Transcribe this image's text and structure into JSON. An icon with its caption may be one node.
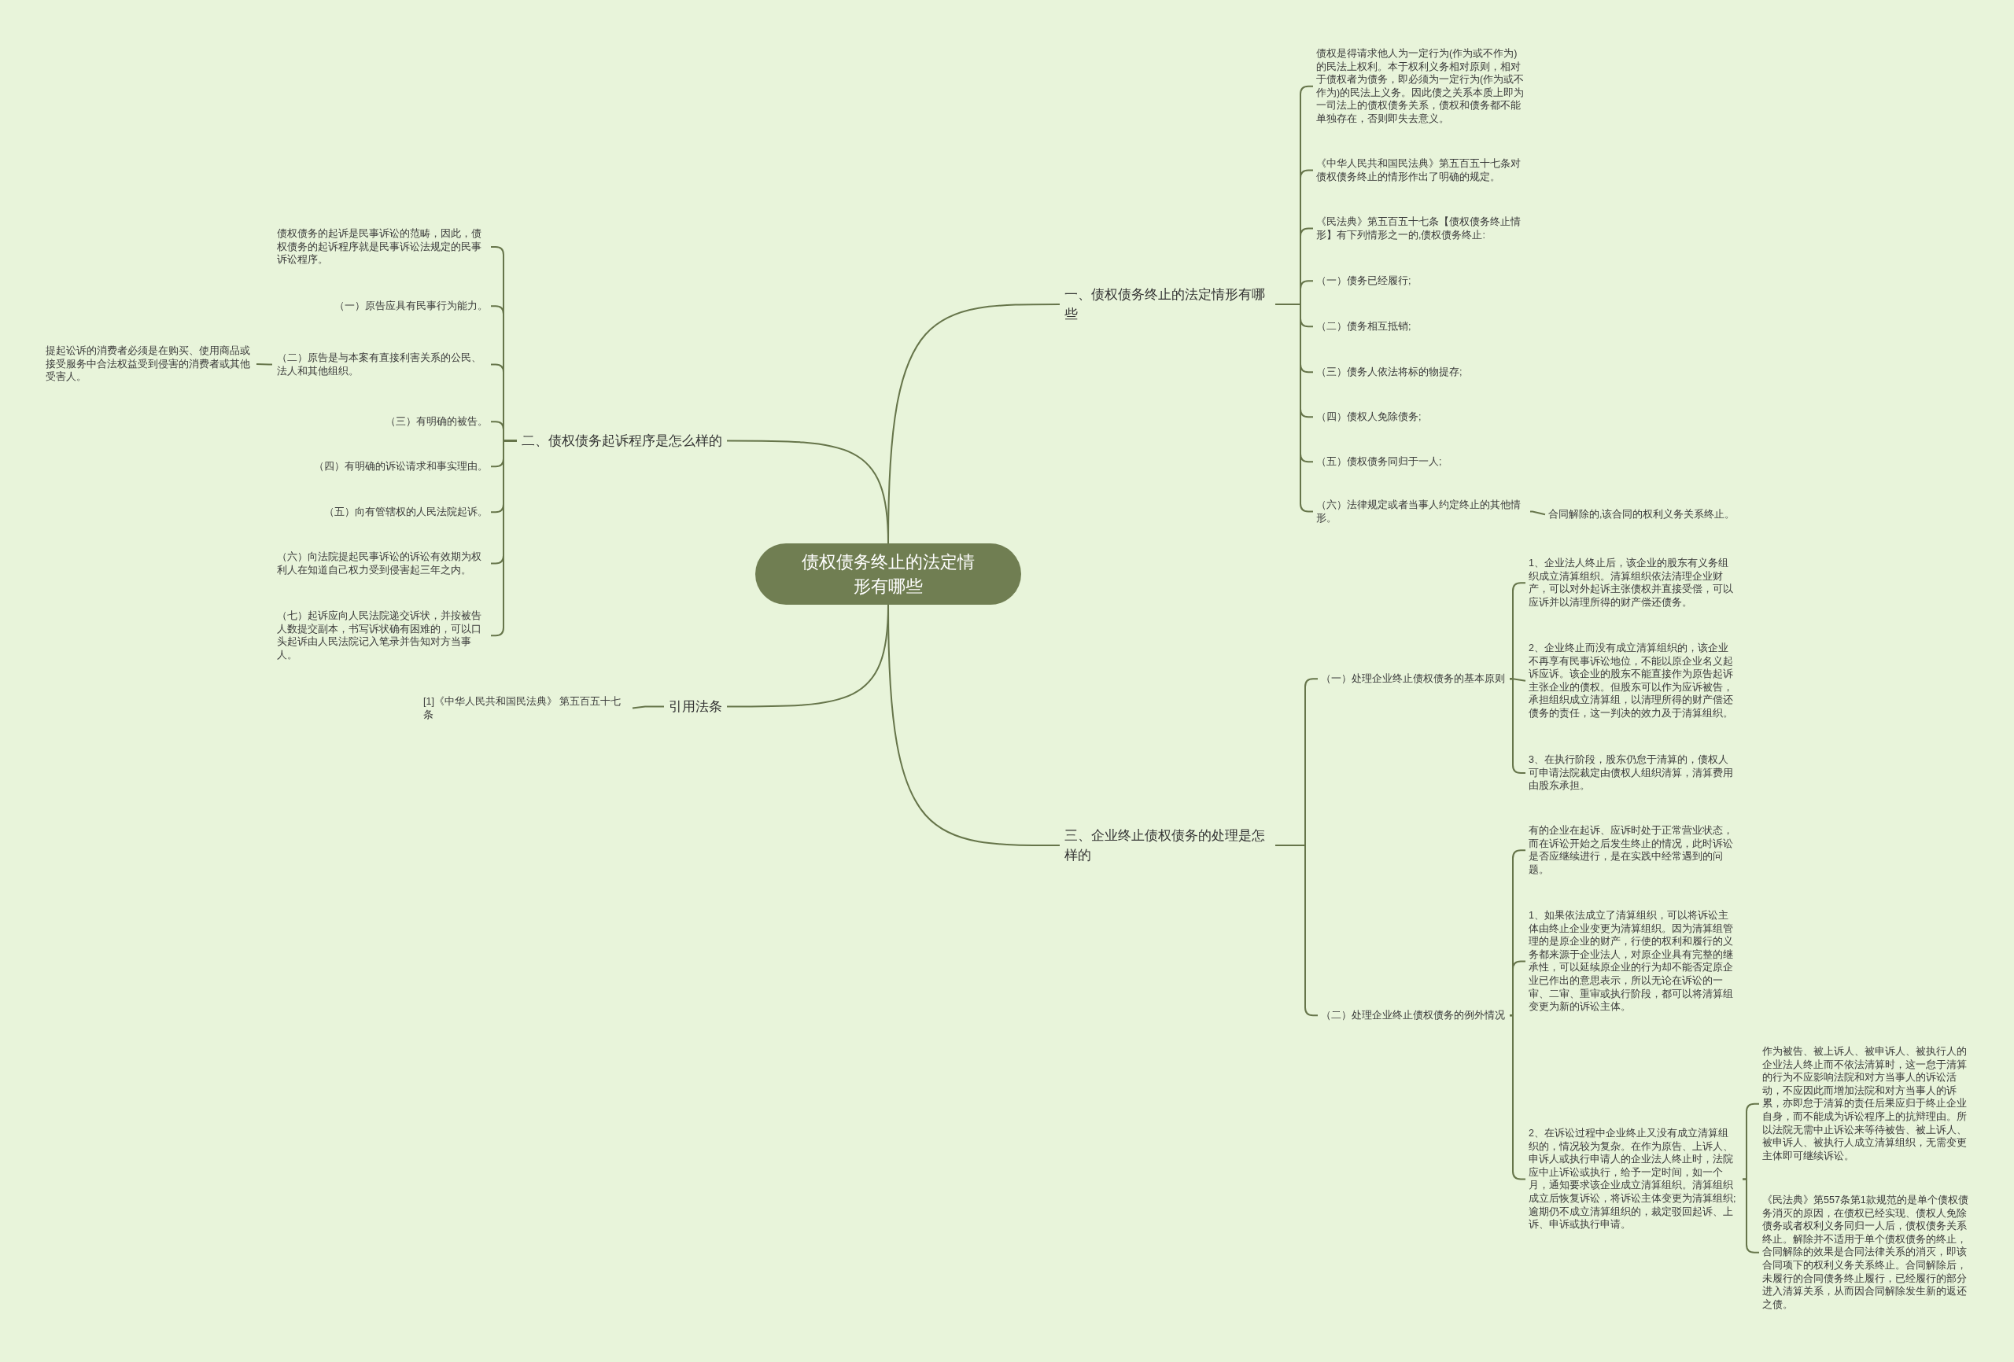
{
  "diagram": {
    "nodes": [
      {
        "text": [
          "债权债务终止的法定情形有哪些"
        ]
      },
      {
        "text": [
          "一、债权债务终止的法定情形有哪些"
        ]
      },
      {
        "text": [
          "债权是得请求他人为一定行为(作为或不作为)的民法上权利。本于权利义务相对原则，相对于债权者为债务，即必须为一定行为(作为或不作为)的民法上义务。因此债之关系本质上即为一司法上的债权债务关系，债权和债务都不能单独存在，否则即失去意义。"
        ]
      },
      {
        "text": [
          "《中华人民共和国民法典》第五百五十七条对债权债务终止的情形作出了明确的规定。"
        ]
      },
      {
        "text": [
          "《民法典》第五百五十七条【债权债务终止情形】有下列情形之一的,债权债务终止:"
        ]
      },
      {
        "text": [
          "（一）债务已经履行;"
        ]
      },
      {
        "text": [
          "（二）债务相互抵销;"
        ]
      },
      {
        "text": [
          "（三）债务人依法将标的物提存;"
        ]
      },
      {
        "text": [
          "（四）债权人免除债务;"
        ]
      },
      {
        "text": [
          "（五）债权债务同归于一人;"
        ]
      },
      {
        "text": [
          "（六）法律规定或者当事人约定终止的其他情形。"
        ]
      },
      {
        "text": [
          "合同解除的,该合同的权利义务关系终止。"
        ]
      },
      {
        "text": [
          "二、债权债务起诉程序是怎么样的"
        ]
      },
      {
        "text": [
          "债权债务的起诉是民事诉讼的范畴，因此，债权债务的起诉程序就是民事诉讼法规定的民事诉讼程序。"
        ]
      },
      {
        "text": [
          "（一）原告应具有民事行为能力。"
        ]
      },
      {
        "text": [
          "（二）原告是与本案有直接利害关系的公民、法人和其他组织。"
        ]
      },
      {
        "text": [
          "提起讼诉的消费者必须是在购买、使用商品或接受服务中合法权益受到侵害的消费者或其他受害人。"
        ]
      },
      {
        "text": [
          "（三）有明确的被告。"
        ]
      },
      {
        "text": [
          "（四）有明确的诉讼请求和事实理由。"
        ]
      },
      {
        "text": [
          "（五）向有管辖权的人民法院起诉。"
        ]
      },
      {
        "text": [
          "（六）向法院提起民事诉讼的诉讼有效期为权利人在知道自己权力受到侵害起三年之内。"
        ]
      },
      {
        "text": [
          "（七）起诉应向人民法院递交诉状，并按被告人数提交副本，书写诉状确有困难的，可以口头起诉由人民法院记入笔录并告知对方当事人。"
        ]
      },
      {
        "text": [
          "引用法条"
        ]
      },
      {
        "text": [
          "[1]《中华人民共和国民法典》 第五百五十七条"
        ]
      },
      {
        "text": [
          "三、企业终止债权债务的处理是怎样的"
        ]
      },
      {
        "text": [
          "（一）处理企业终止债权债务的基本原则"
        ]
      },
      {
        "text": [
          "1、企业法人终止后，该企业的股东有义务组织成立清算组织。清算组织依法清理企业财产，可以对外起诉主张债权并直接受偿，可以应诉并以清理所得的财产偿还债务。"
        ]
      },
      {
        "text": [
          "2、企业终止而没有成立清算组织的，该企业不再享有民事诉讼地位，不能以原企业名义起诉应诉。该企业的股东不能直接作为原告起诉主张企业的债权。但股东可以作为应诉被告，承担组织成立清算组，以清理所得的财产偿还债务的责任，这一判决的效力及于清算组织。"
        ]
      },
      {
        "text": [
          "3、在执行阶段，股东仍怠于清算的，债权人可申请法院裁定由债权人组织清算，清算费用由股东承担。"
        ]
      },
      {
        "text": [
          "（二）处理企业终止债权债务的例外情况"
        ]
      },
      {
        "text": [
          "有的企业在起诉、应诉时处于正常营业状态，而在诉讼开始之后发生终止的情况，此时诉讼是否应继续进行，是在实践中经常遇到的问题。"
        ]
      },
      {
        "text": [
          "1、如果依法成立了清算组织，可以将诉讼主体由终止企业变更为清算组织。因为清算组管理的是原企业的财产，行使的权利和履行的义务都来源于企业法人，对原企业具有完整的继承性，可以延续原企业的行为却不能否定原企业已作出的意思表示，所以无论在诉讼的一审、二审、重审或执行阶段，都可以将清算组变更为新的诉讼主体。"
        ]
      },
      {
        "text": [
          "2、在诉讼过程中企业终止又没有成立清算组织的，情况较为复杂。在作为原告、上诉人、申诉人或执行申请人的企业法人终止时，法院应中止诉讼或执行，给予一定时间，如一个月，通知要求该企业成立清算组织。清算组织成立后恢复诉讼，将诉讼主体变更为清算组织;逾期仍不成立清算组织的，裁定驳回起诉、上诉、申诉或执行申请。"
        ]
      },
      {
        "text": [
          "作为被告、被上诉人、被申诉人、被执行人的企业法人终止而不依法清算时，这一怠于清算的行为不应影响法院和对方当事人的诉讼活动，不应因此而增加法院和对方当事人的诉累，亦即怠于清算的责任后果应归于终止企业自身，而不能成为诉讼程序上的抗辩理由。所以法院无需中止诉讼来等待被告、被上诉人、被申诉人、被执行人成立清算组织，无需变更主体即可继续诉讼。"
        ]
      },
      {
        "text": [
          "《民法典》第557条第1款规范的是单个债权债务消灭的原因，在债权已经实现、债权人免除债务或者权利义务同归一人后，债权债务关系终止。解除并不适用于单个债权债务的终止，合同解除的效果是合同法律关系的消灭，即该合同项下的权利义务关系终止。合同解除后，未履行的合同债务终止履行，已经履行的部分进入清算关系，从而因合同解除发生新的返还之债。"
        ]
      }
    ],
    "edges": [
      {
        "from": 0,
        "to": 1,
        "arrow": "none"
      },
      {
        "from": 1,
        "to": 2,
        "arrow": "none"
      },
      {
        "from": 1,
        "to": 3,
        "arrow": "none"
      },
      {
        "from": 1,
        "to": 4,
        "arrow": "none"
      },
      {
        "from": 1,
        "to": 5,
        "arrow": "none"
      },
      {
        "from": 1,
        "to": 6,
        "arrow": "none"
      },
      {
        "from": 1,
        "to": 7,
        "arrow": "none"
      },
      {
        "from": 1,
        "to": 8,
        "arrow": "none"
      },
      {
        "from": 1,
        "to": 9,
        "arrow": "none"
      },
      {
        "from": 1,
        "to": 10,
        "arrow": "none"
      },
      {
        "from": 10,
        "to": 11,
        "arrow": "none"
      },
      {
        "from": 0,
        "to": 12,
        "arrow": "none"
      },
      {
        "from": 12,
        "to": 13,
        "arrow": "none"
      },
      {
        "from": 12,
        "to": 14,
        "arrow": "none"
      },
      {
        "from": 12,
        "to": 15,
        "arrow": "none"
      },
      {
        "from": 15,
        "to": 16,
        "arrow": "none"
      },
      {
        "from": 12,
        "to": 17,
        "arrow": "none"
      },
      {
        "from": 12,
        "to": 18,
        "arrow": "none"
      },
      {
        "from": 12,
        "to": 19,
        "arrow": "none"
      },
      {
        "from": 12,
        "to": 20,
        "arrow": "none"
      },
      {
        "from": 12,
        "to": 21,
        "arrow": "none"
      },
      {
        "from": 0,
        "to": 22,
        "arrow": "none"
      },
      {
        "from": 22,
        "to": 23,
        "arrow": "none"
      },
      {
        "from": 0,
        "to": 24,
        "arrow": "none"
      },
      {
        "from": 24,
        "to": 25,
        "arrow": "none"
      },
      {
        "from": 25,
        "to": 26,
        "arrow": "none"
      },
      {
        "from": 25,
        "to": 27,
        "arrow": "none"
      },
      {
        "from": 25,
        "to": 28,
        "arrow": "none"
      },
      {
        "from": 24,
        "to": 29,
        "arrow": "none"
      },
      {
        "from": 29,
        "to": 30,
        "arrow": "none"
      },
      {
        "from": 29,
        "to": 31,
        "arrow": "none"
      },
      {
        "from": 29,
        "to": 32,
        "arrow": "none"
      },
      {
        "from": 32,
        "to": 33,
        "arrow": "none"
      },
      {
        "from": 32,
        "to": 34,
        "arrow": "none"
      }
    ]
  }
}
